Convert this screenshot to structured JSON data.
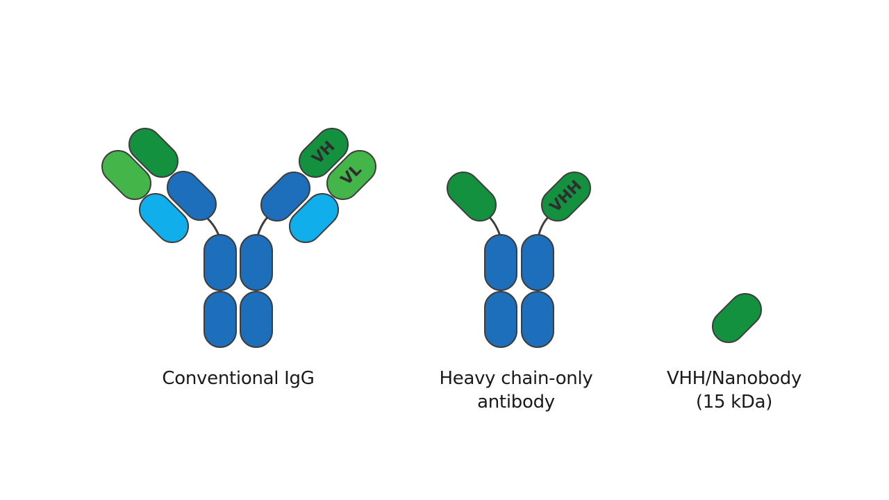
{
  "colors": {
    "dark_green": "#14913f",
    "light_green": "#44b549",
    "dark_blue": "#1e6fbb",
    "light_blue": "#10aeea",
    "outline": "#3d3d3d",
    "label_text": "#2e2e2e"
  },
  "igg": {
    "caption": "Conventional IgG",
    "label_vh": "VH",
    "label_vl": "VL"
  },
  "hcab": {
    "caption_line1": "Heavy chain-only",
    "caption_line2": "antibody",
    "label_vhh": "VHH"
  },
  "nanobody": {
    "caption_line1": "VHH/Nanobody",
    "caption_line2": "(15 kDa)"
  }
}
